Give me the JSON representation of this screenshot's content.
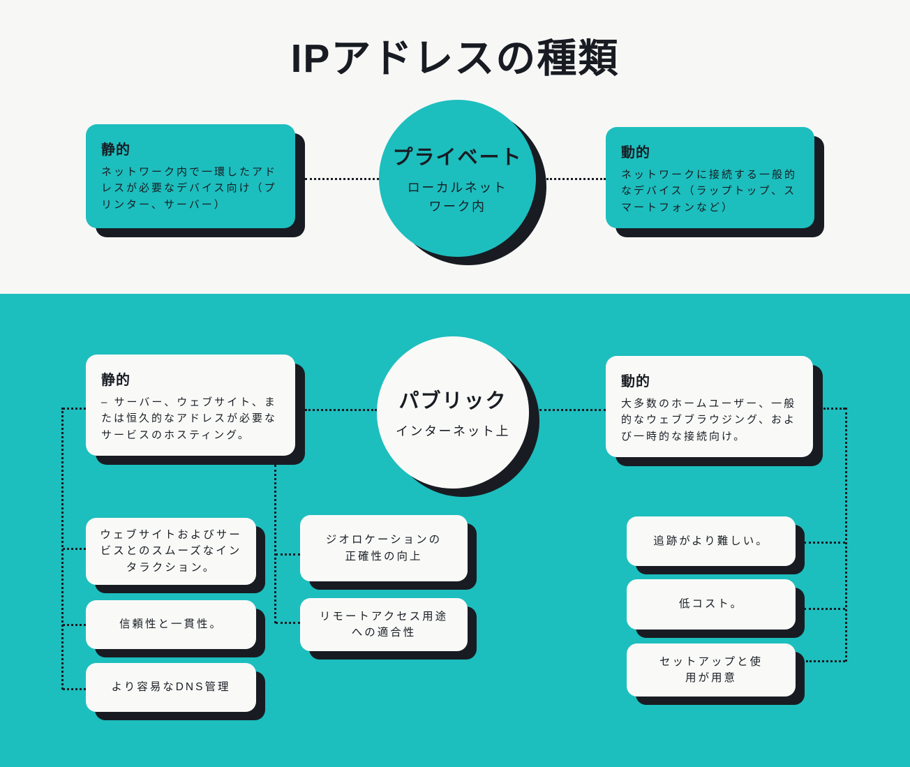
{
  "title": "IPアドレスの種類",
  "colors": {
    "teal": "#1DBEBE",
    "dark": "#181C22",
    "light_background": "#F7F8F6",
    "card_background": "#F9FAF8"
  },
  "private_section": {
    "hub": {
      "title": "プライベート",
      "subtitle": "ローカルネット\nワーク内"
    },
    "static_card": {
      "title": "静的",
      "body": "ネットワーク内で一環したアドレスが必要なデバイス向け（プリンター、サーバー）"
    },
    "dynamic_card": {
      "title": "動的",
      "body": "ネットワークに接続する一般的なデバイス（ラップトップ、スマートフォンなど）"
    }
  },
  "public_section": {
    "hub": {
      "title": "パブリック",
      "subtitle": "インターネット上"
    },
    "static_card": {
      "title": "静的",
      "body": "– サーバー、ウェブサイト、または恒久的なアドレスが必要なサービスのホスティング。"
    },
    "dynamic_card": {
      "title": "動的",
      "body": "大多数のホームユーザー、一般的なウェブブラウジング、および一時的な接続向け。"
    },
    "static_benefits": [
      "ウェブサイトおよびサービスとのスムーズなインタラクション。",
      "信頼性と一貫性。",
      "より容易なDNS管理"
    ],
    "middle_benefits": [
      "ジオロケーションの\n正確性の向上",
      "リモートアクセス用途\nへの適合性"
    ],
    "dynamic_benefits": [
      "追跡がより難しい。",
      "低コスト。",
      "セットアップと使\n用が用意"
    ]
  }
}
